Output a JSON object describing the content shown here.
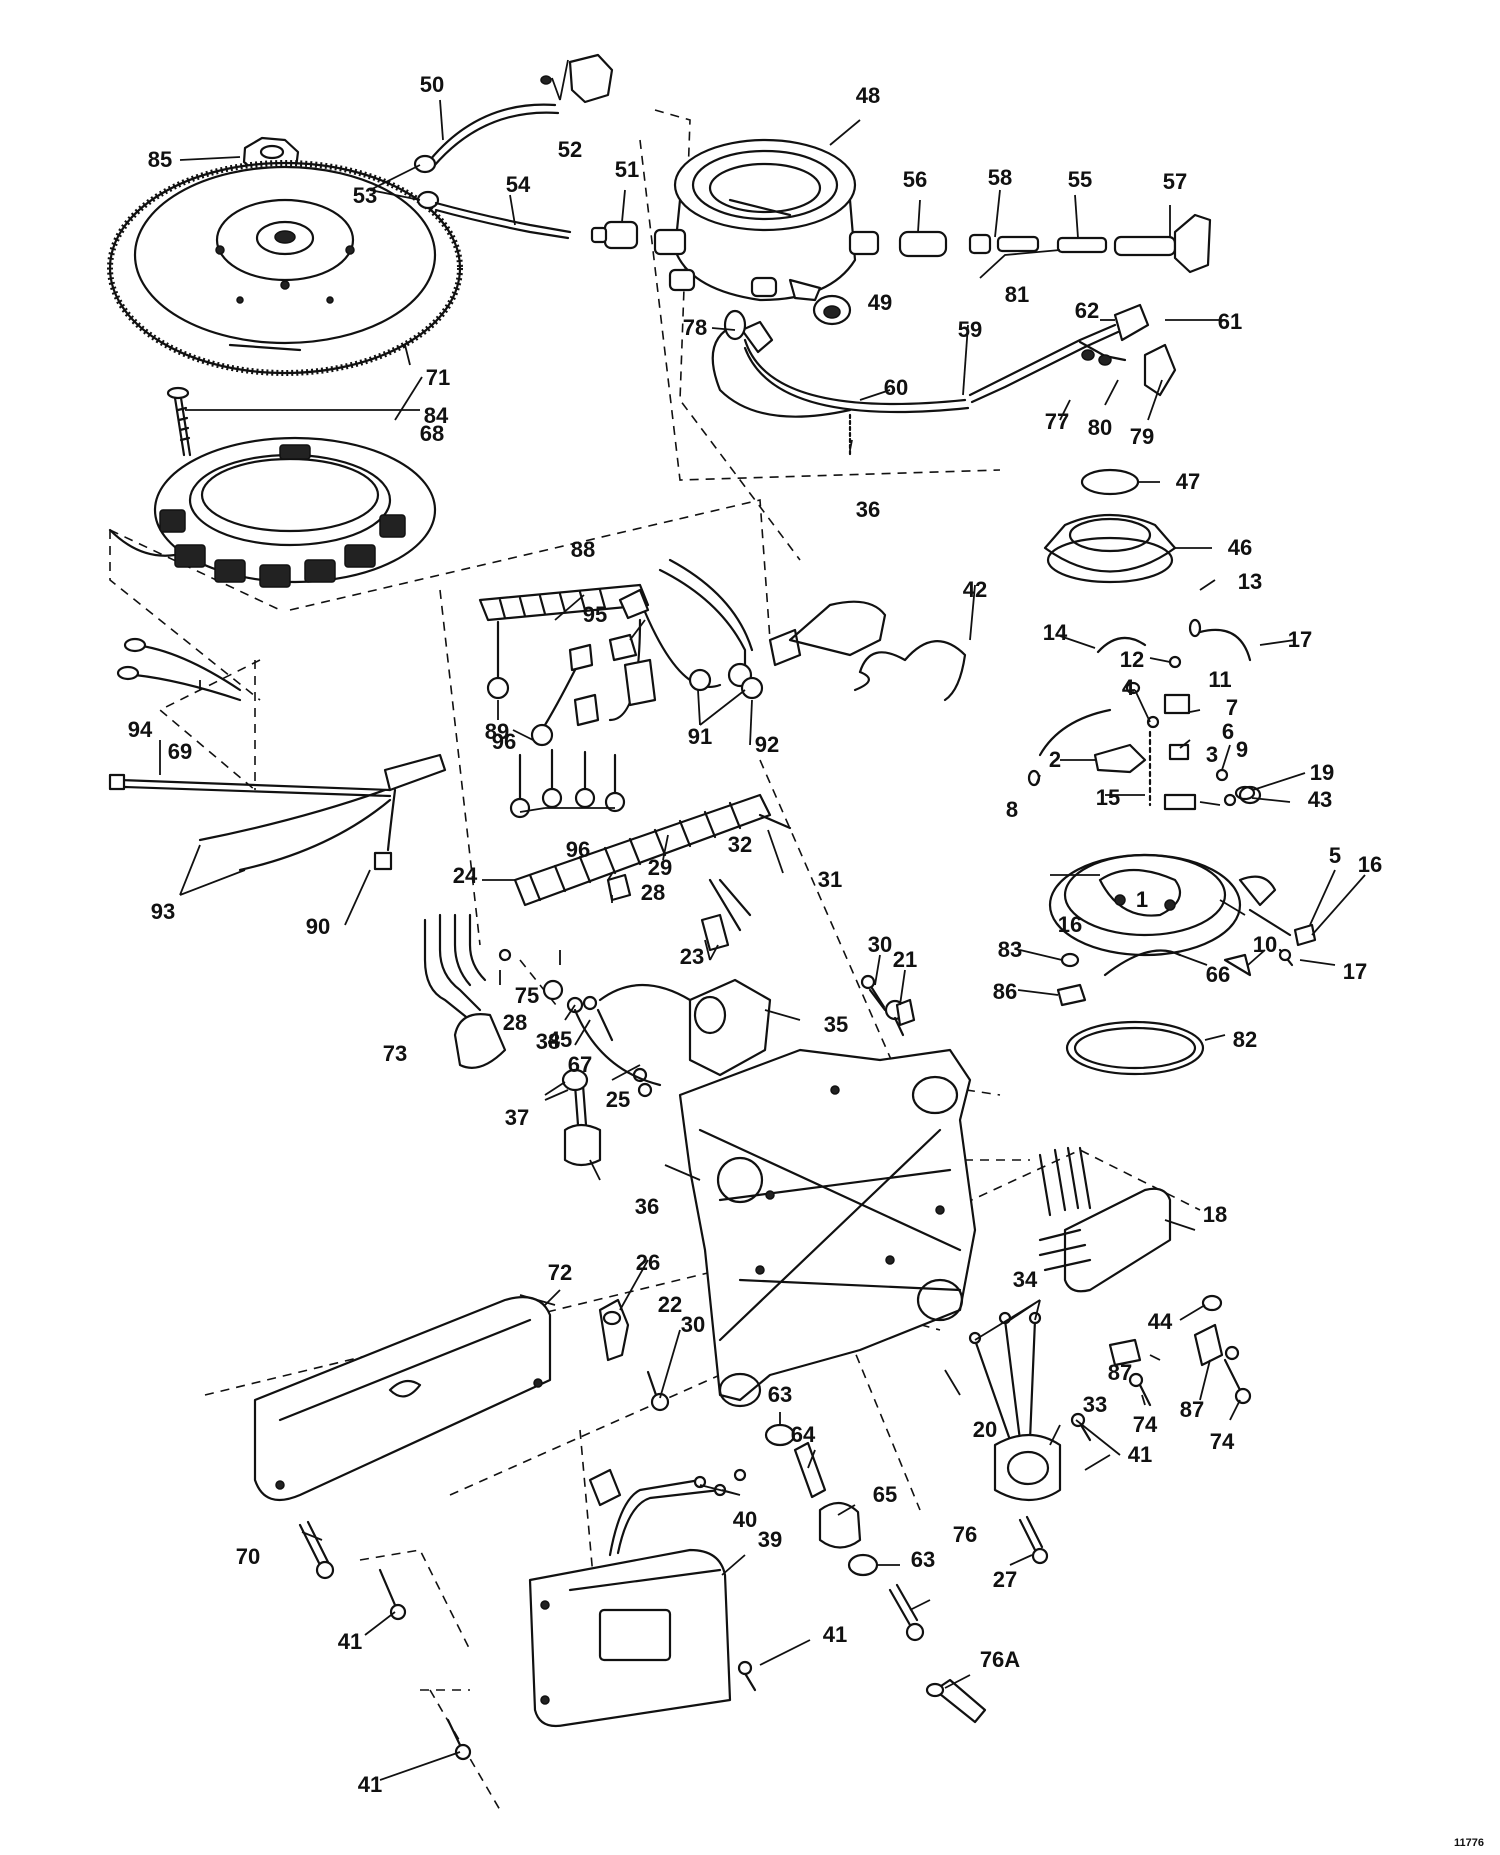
{
  "diagram": {
    "drawing_number": "11776",
    "callouts": [
      "1",
      "2",
      "3",
      "4",
      "5",
      "6",
      "7",
      "8",
      "9",
      "10",
      "11",
      "12",
      "13",
      "14",
      "15",
      "16",
      "16",
      "17",
      "17",
      "18",
      "19",
      "20",
      "21",
      "22",
      "23",
      "24",
      "25",
      "26",
      "27",
      "28",
      "28",
      "29",
      "30",
      "30",
      "31",
      "32",
      "33",
      "34",
      "35",
      "36",
      "36",
      "37",
      "38",
      "39",
      "40",
      "41",
      "41",
      "41",
      "41",
      "42",
      "43",
      "44",
      "45",
      "46",
      "47",
      "48",
      "49",
      "50",
      "51",
      "52",
      "53",
      "54",
      "55",
      "56",
      "57",
      "58",
      "59",
      "60",
      "61",
      "62",
      "63",
      "63",
      "64",
      "65",
      "66",
      "67",
      "68",
      "69",
      "70",
      "71",
      "72",
      "73",
      "74",
      "74",
      "75",
      "76",
      "76A",
      "77",
      "78",
      "79",
      "80",
      "81",
      "82",
      "83",
      "84",
      "85",
      "86",
      "87",
      "87",
      "88",
      "89",
      "90",
      "91",
      "92",
      "93",
      "94",
      "95",
      "96",
      "96"
    ]
  }
}
